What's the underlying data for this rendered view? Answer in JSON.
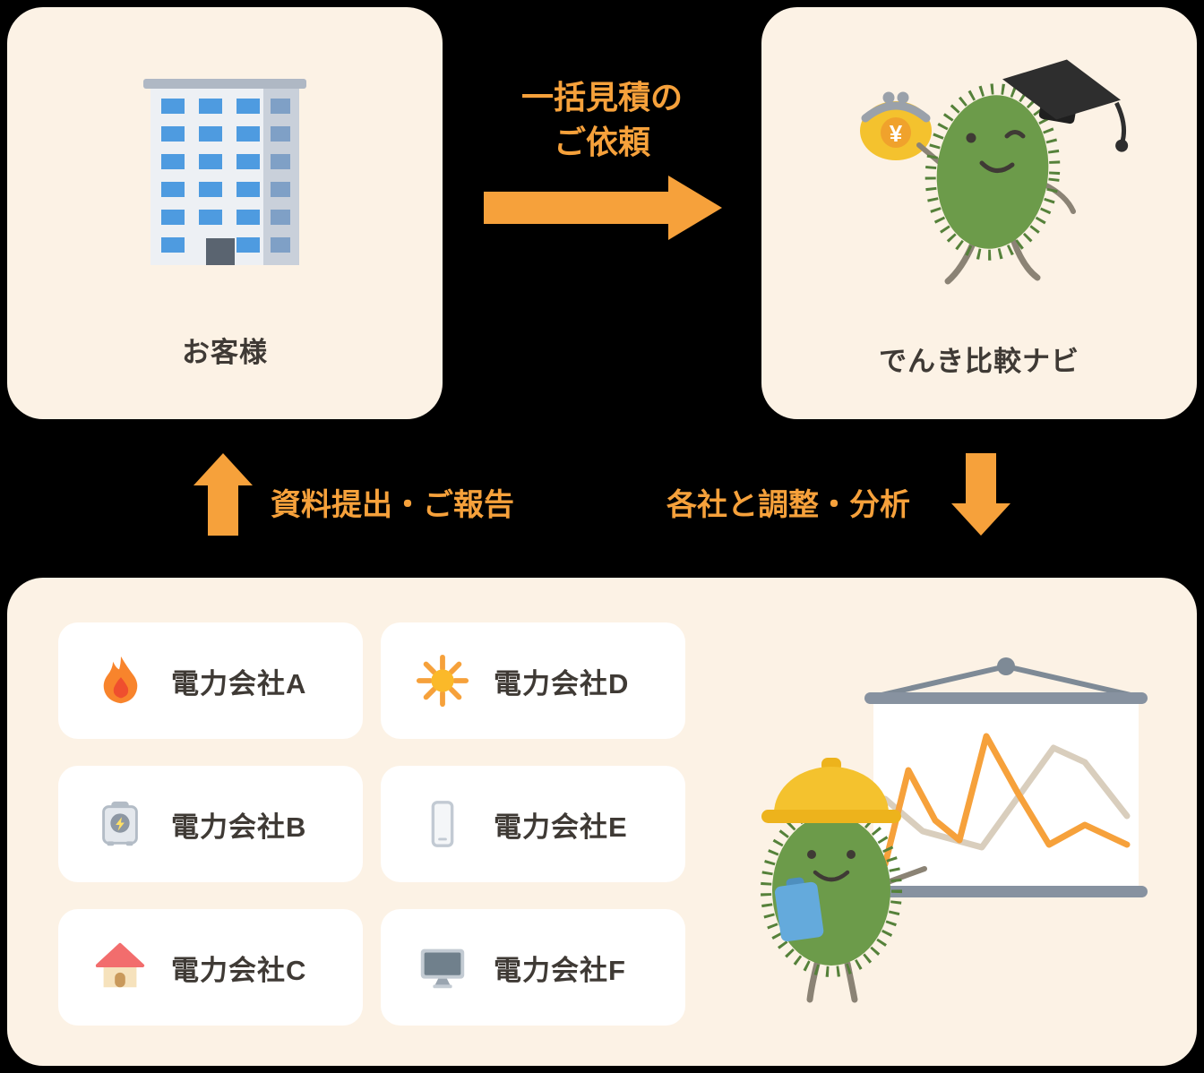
{
  "colors": {
    "background": "#000000",
    "panel": "#FCF2E5",
    "accent_orange": "#F6A13B",
    "text_dark": "#3F3A35",
    "card_white": "#FFFFFF",
    "mascot_green": "#6C9B4A"
  },
  "customer": {
    "label": "お客様",
    "icon": "office-building-icon"
  },
  "navi": {
    "label": "でんき比較ナビ",
    "icon": "mascot-graduate-icon",
    "purse_symbol": "¥"
  },
  "arrows": {
    "request": {
      "line1": "一括見積の",
      "line2": "ご依頼",
      "direction": "right"
    },
    "report": {
      "label": "資料提出・ご報告",
      "direction": "up"
    },
    "adjust": {
      "label": "各社と調整・分析",
      "direction": "down"
    }
  },
  "companies": [
    {
      "label": "電力会社A",
      "icon": "flame-icon"
    },
    {
      "label": "電力会社B",
      "icon": "generator-icon"
    },
    {
      "label": "電力会社C",
      "icon": "house-icon"
    },
    {
      "label": "電力会社D",
      "icon": "sun-icon"
    },
    {
      "label": "電力会社E",
      "icon": "smartphone-icon"
    },
    {
      "label": "電力会社F",
      "icon": "monitor-icon"
    }
  ]
}
